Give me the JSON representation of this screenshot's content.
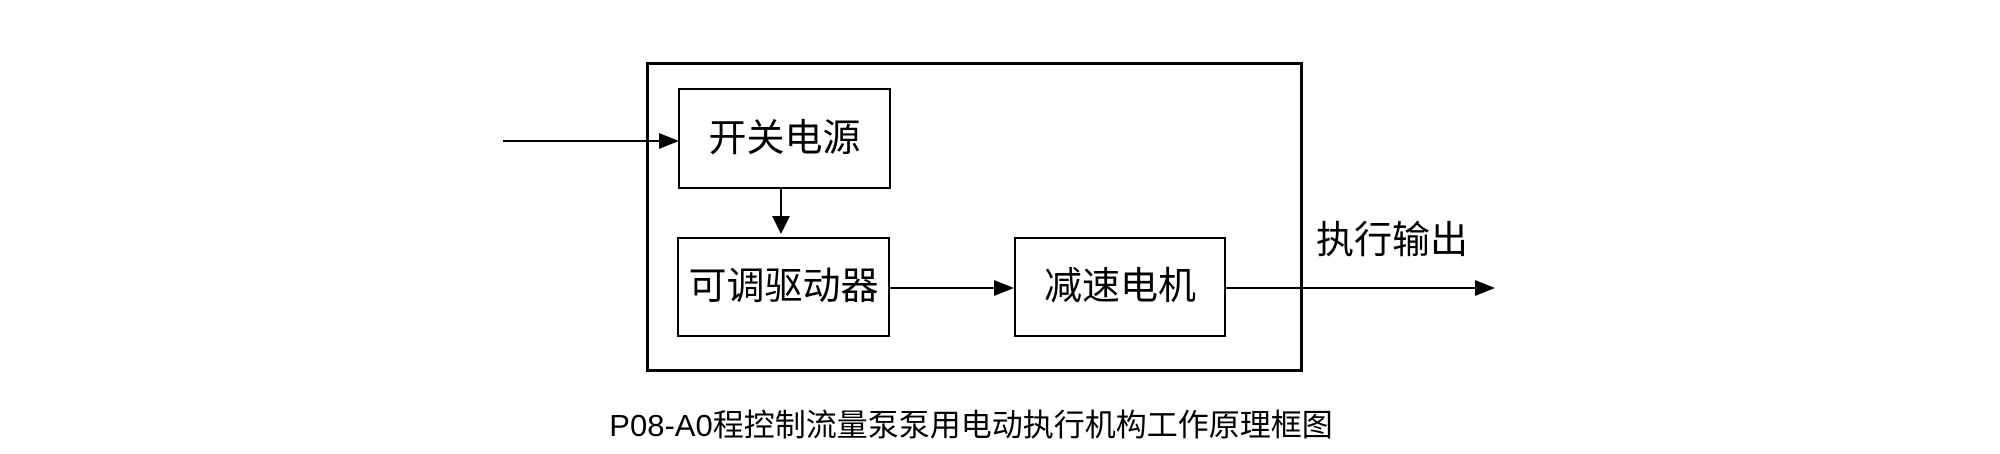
{
  "colors": {
    "line": "#000000",
    "text": "#000000",
    "background": "#ffffff"
  },
  "diagram": {
    "nodes": [
      {
        "id": "power",
        "label": "开关电源"
      },
      {
        "id": "driver",
        "label": "可调驱动器"
      },
      {
        "id": "motor",
        "label": "减速电机"
      }
    ],
    "output_label": "执行输出",
    "caption": "P08-A0程控制流量泵泵用电动执行机构工作原理框图"
  }
}
